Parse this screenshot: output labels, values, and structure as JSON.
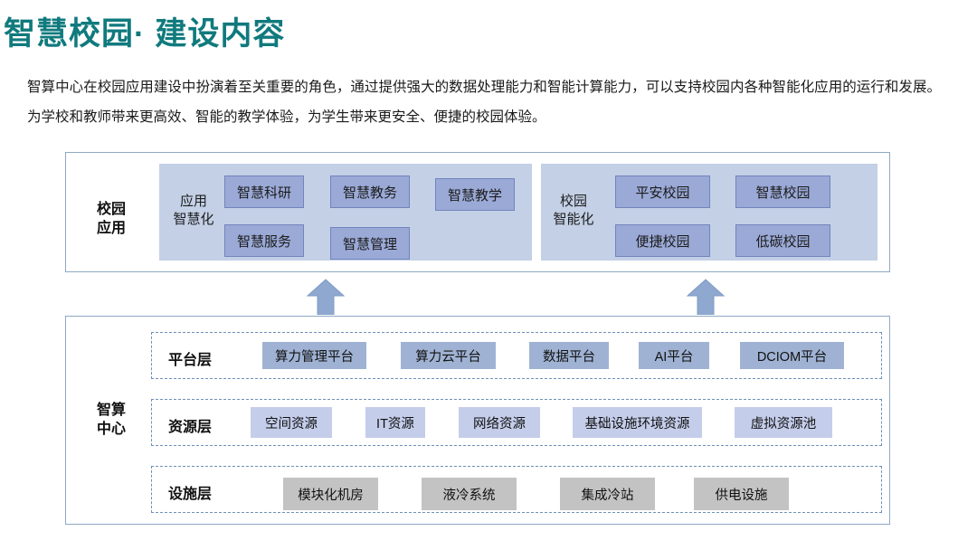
{
  "header": {
    "title": "智慧校园·  建设内容",
    "title_color": "#107a7d",
    "paragraph": "智算中心在校园应用建设中扮演着至关重要的角色，通过提供强大的数据处理能力和智能计算能力，可以支持校园内各种智能化应用的运行和发展。为学校和教师带来更高效、智能的教学体验，为学生带来更安全、便捷的校园体验。"
  },
  "colors": {
    "panel_border": "#8da9c4",
    "group_fill": "#c3d0e6",
    "tile_fill": "#9aa9d6",
    "tile_border": "#7184bd",
    "platform_chip": "#9fb2d3",
    "resource_chip": "#c4cdea",
    "facility_chip": "#c3c3c3",
    "dashed_border": "#6f8fb5",
    "arrow": "#8fa8cf"
  },
  "app_panel": {
    "side_label": "校园\n应用",
    "groups": [
      {
        "label": "应用\n智慧化",
        "tiles": [
          {
            "label": "智慧科研"
          },
          {
            "label": "智慧教务"
          },
          {
            "label": "智慧教学"
          },
          {
            "label": "智慧服务"
          },
          {
            "label": "智慧管理"
          }
        ]
      },
      {
        "label": "校园\n智能化",
        "tiles": [
          {
            "label": "平安校园"
          },
          {
            "label": "智慧校园"
          },
          {
            "label": "便捷校园"
          },
          {
            "label": "低碳校园"
          }
        ]
      }
    ]
  },
  "arrows": [
    {
      "name": "arrow-left",
      "direction": "up"
    },
    {
      "name": "arrow-right",
      "direction": "up"
    }
  ],
  "dc_panel": {
    "side_label": "智算\n中心",
    "layers": [
      {
        "label": "平台层",
        "chips": [
          "算力管理平台",
          "算力云平台",
          "数据平台",
          "AI平台",
          "DCIOM平台"
        ]
      },
      {
        "label": "资源层",
        "chips": [
          "空间资源",
          "IT资源",
          "网络资源",
          "基础设施环境资源",
          "虚拟资源池"
        ]
      },
      {
        "label": "设施层",
        "chips": [
          "模块化机房",
          "液冷系统",
          "集成冷站",
          "供电设施"
        ]
      }
    ]
  }
}
